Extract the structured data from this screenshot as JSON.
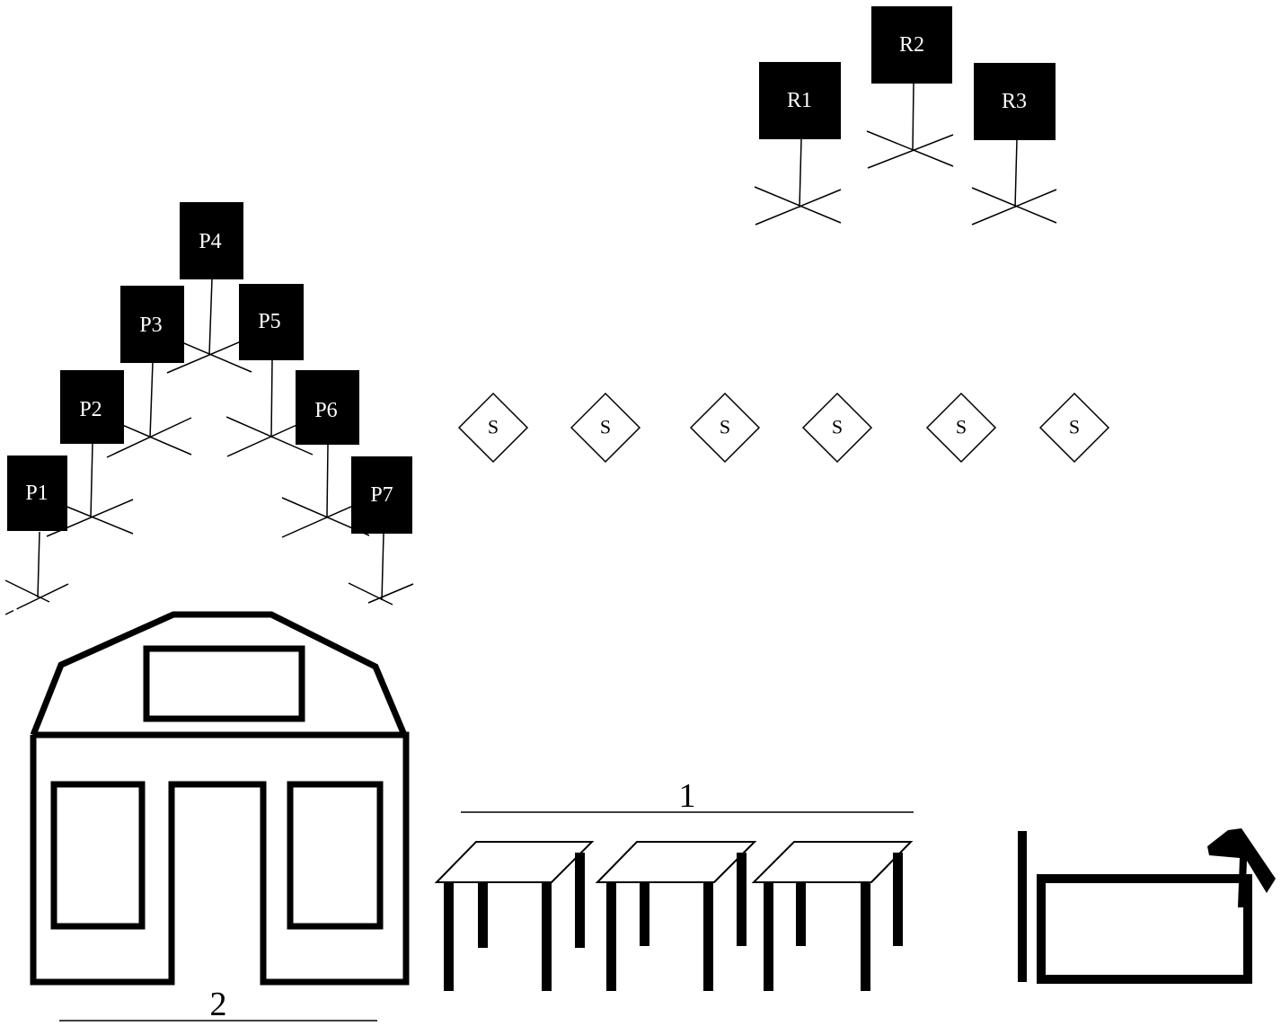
{
  "colors": {
    "ink": "#000000",
    "paper": "#ffffff"
  },
  "signs_p": [
    {
      "id": "p1",
      "label": "P1"
    },
    {
      "id": "p2",
      "label": "P2"
    },
    {
      "id": "p3",
      "label": "P3"
    },
    {
      "id": "p4",
      "label": "P4"
    },
    {
      "id": "p5",
      "label": "P5"
    },
    {
      "id": "p6",
      "label": "P6"
    },
    {
      "id": "p7",
      "label": "P7"
    }
  ],
  "signs_r": [
    {
      "id": "r1",
      "label": "R1"
    },
    {
      "id": "r2",
      "label": "R2"
    },
    {
      "id": "r3",
      "label": "R3"
    }
  ],
  "markers_s": [
    "S",
    "S",
    "S",
    "S",
    "S",
    "S"
  ],
  "captions": {
    "tables": "1",
    "building": "2"
  },
  "icons": {
    "building": "building-icon",
    "table": "table-icon",
    "bench": "bench-icon"
  }
}
